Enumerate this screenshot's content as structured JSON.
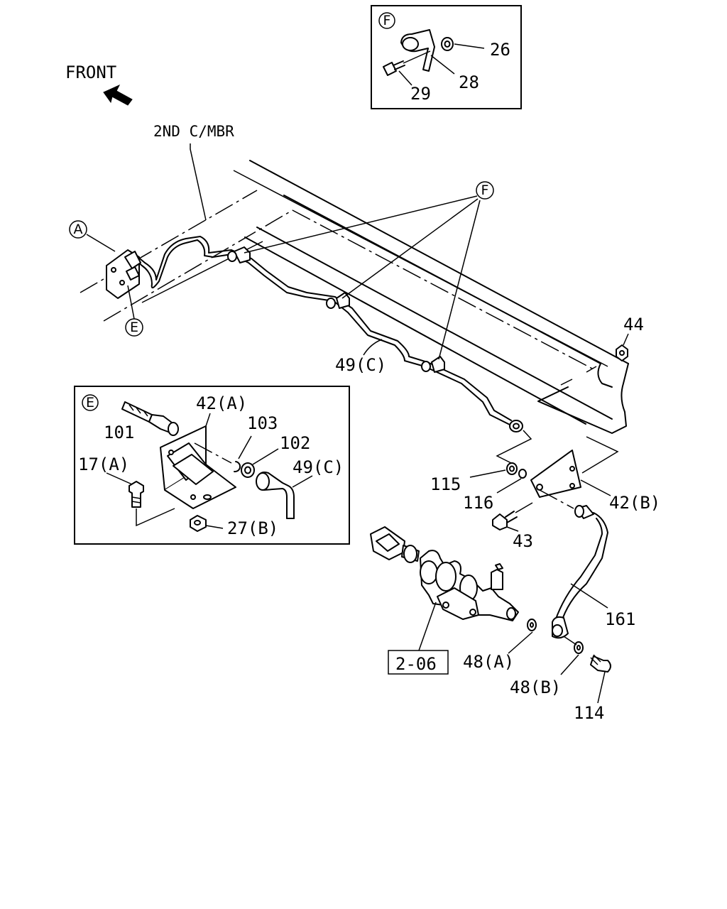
{
  "orientation": {
    "front_label": "FRONT",
    "arrow_icon": "front-arrow-icon"
  },
  "crossmember_label": "2ND C/MBR",
  "view_markers": {
    "a": "A",
    "e": "E",
    "f": "F"
  },
  "detail_f": {
    "marker": "F",
    "parts": {
      "p26": "26",
      "p28": "28",
      "p29": "29"
    }
  },
  "detail_e": {
    "marker": "E",
    "parts": {
      "p42a": "42(A)",
      "p101": "101",
      "p103": "103",
      "p102": "102",
      "p17a": "17(A)",
      "p49c": "49(C)",
      "p27b": "27(B)"
    }
  },
  "main_parts": {
    "p44": "44",
    "p49c": "49(C)",
    "p115": "115",
    "p116": "116",
    "p42b": "42(B)",
    "p43": "43",
    "p161": "161",
    "p48a": "48(A)",
    "p48b": "48(B)",
    "p114": "114"
  },
  "reference_box": "2-06"
}
